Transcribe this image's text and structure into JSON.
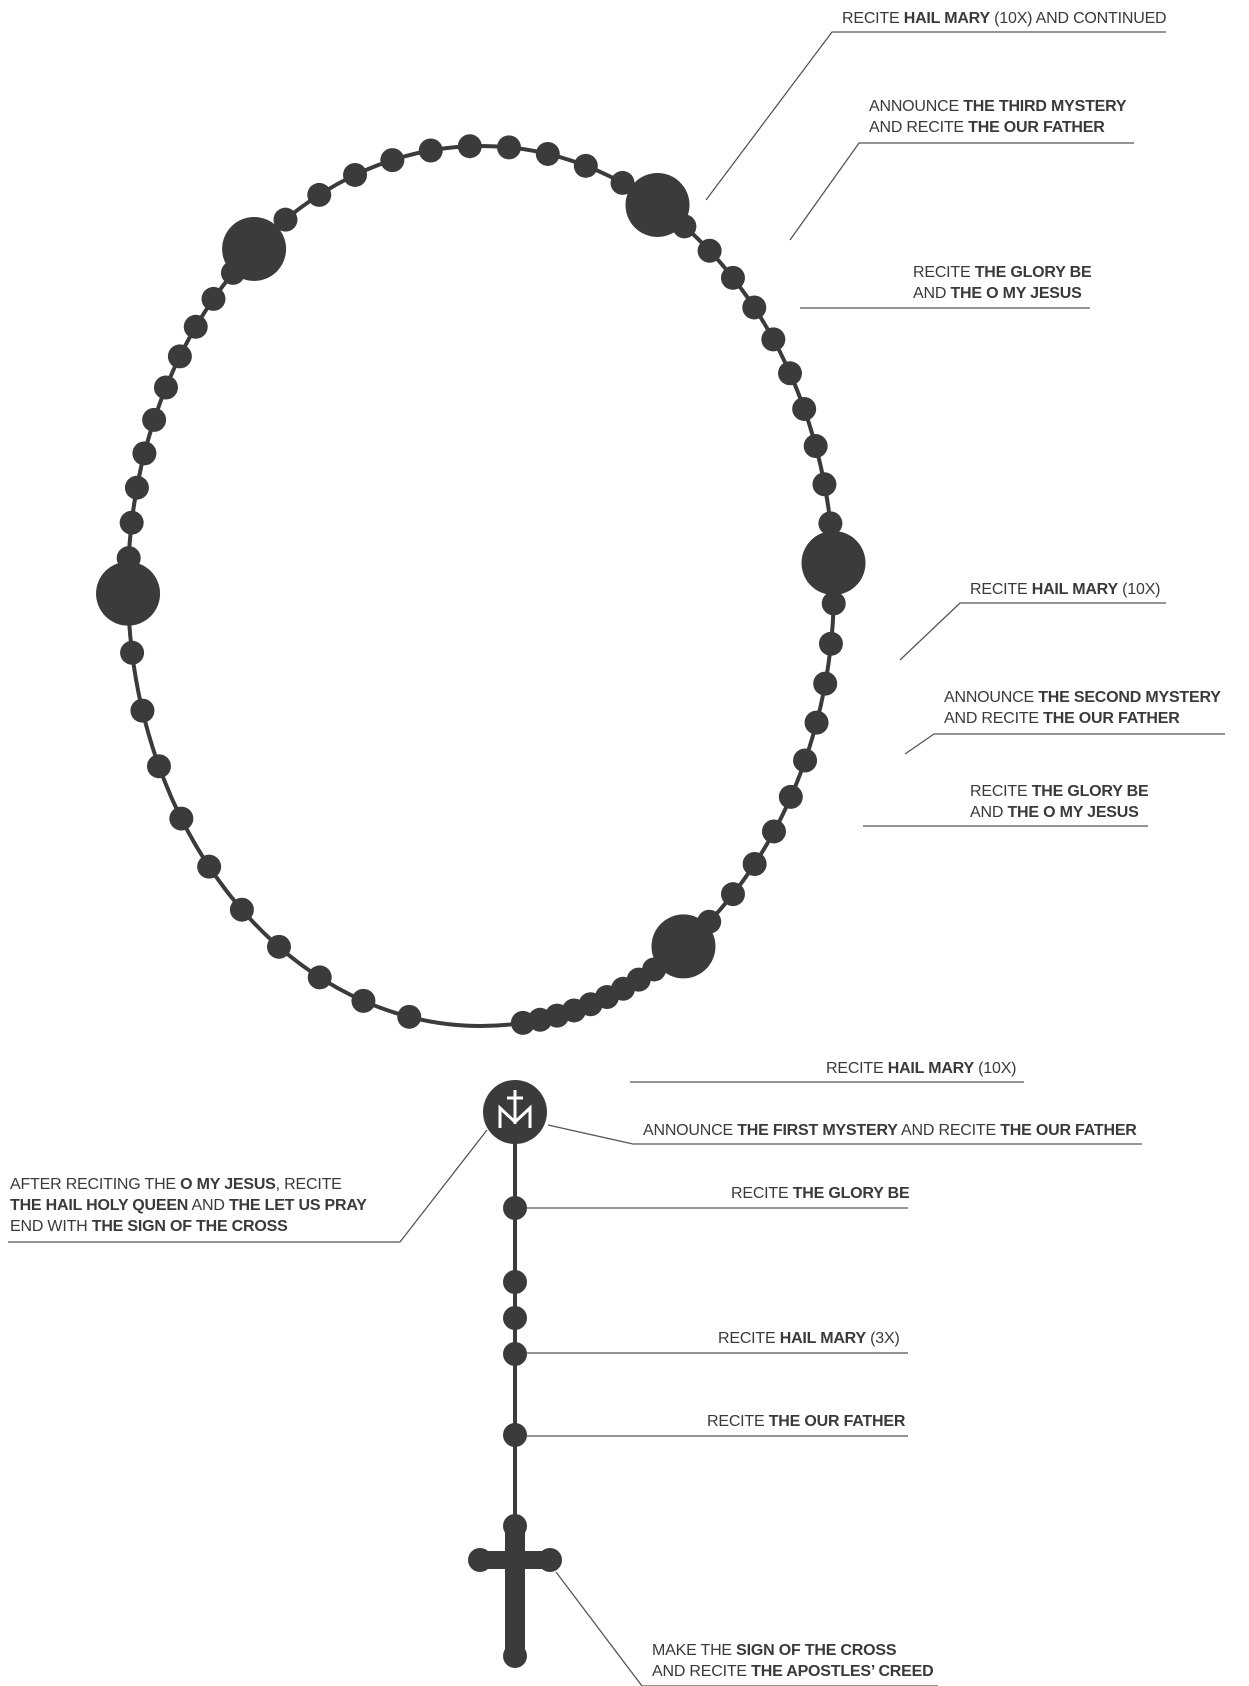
{
  "colors": {
    "ink": "#3a3a3a",
    "bead": "#3b3b3b",
    "leader": "#555555",
    "background": "#ffffff"
  },
  "medal": {
    "monogram_icon": "miraculous-medal-cross-m-icon"
  },
  "annotations": [
    {
      "id": "hail-mary-continued",
      "lines": [
        {
          "pre": "RECITE ",
          "bold": "HAIL MARY",
          "post": " (10X) AND CONTINUED"
        }
      ]
    },
    {
      "id": "third-mystery",
      "lines": [
        {
          "pre": "ANNOUNCE ",
          "bold": "THE THIRD MYSTERY",
          "post": ""
        },
        {
          "pre": "AND RECITE ",
          "bold": "THE OUR FATHER",
          "post": ""
        }
      ]
    },
    {
      "id": "glory-be-2",
      "lines": [
        {
          "pre": "RECITE ",
          "bold": "THE GLORY BE",
          "post": ""
        },
        {
          "pre": "AND ",
          "bold": "THE O MY JESUS",
          "post": ""
        }
      ]
    },
    {
      "id": "hail-mary-2",
      "lines": [
        {
          "pre": "RECITE ",
          "bold": "HAIL MARY",
          "post": " (10X)"
        }
      ]
    },
    {
      "id": "second-mystery",
      "lines": [
        {
          "pre": "ANNOUNCE ",
          "bold": "THE SECOND MYSTERY",
          "post": ""
        },
        {
          "pre": "AND RECITE ",
          "bold": "THE OUR FATHER",
          "post": ""
        }
      ]
    },
    {
      "id": "glory-be-1",
      "lines": [
        {
          "pre": "RECITE ",
          "bold": "THE GLORY BE",
          "post": ""
        },
        {
          "pre": "AND ",
          "bold": "THE O MY JESUS",
          "post": ""
        }
      ]
    },
    {
      "id": "hail-mary-1",
      "lines": [
        {
          "pre": "RECITE ",
          "bold": "HAIL MARY",
          "post": " (10X)"
        }
      ]
    },
    {
      "id": "first-mystery",
      "lines": [
        {
          "pre": "ANNOUNCE ",
          "bold": "THE FIRST MYSTERY",
          "post": " AND RECITE ",
          "bold2": "THE OUR FATHER"
        }
      ]
    },
    {
      "id": "closing-prayers",
      "lines": [
        {
          "pre": "AFTER RECITING THE ",
          "bold": "O MY JESUS",
          "post": ", RECITE"
        },
        {
          "pre": "",
          "bold": "THE HAIL HOLY QUEEN",
          "post": " AND ",
          "bold2": "THE LET US PRAY"
        },
        {
          "pre": "END WITH ",
          "bold": "THE SIGN OF THE CROSS",
          "post": ""
        }
      ]
    },
    {
      "id": "intro-glory-be",
      "lines": [
        {
          "pre": "RECITE ",
          "bold": "THE GLORY BE",
          "post": ""
        }
      ]
    },
    {
      "id": "intro-hail-mary",
      "lines": [
        {
          "pre": "RECITE ",
          "bold": "HAIL MARY",
          "post": " (3X)"
        }
      ]
    },
    {
      "id": "intro-our-father",
      "lines": [
        {
          "pre": "RECITE ",
          "bold": "THE OUR FATHER",
          "post": ""
        }
      ]
    },
    {
      "id": "creed",
      "lines": [
        {
          "pre": "MAKE THE ",
          "bold": "SIGN OF THE CROSS",
          "post": ""
        },
        {
          "pre": "AND RECITE ",
          "bold": "THE APOSTLES’ CREED",
          "post": ""
        }
      ]
    }
  ]
}
